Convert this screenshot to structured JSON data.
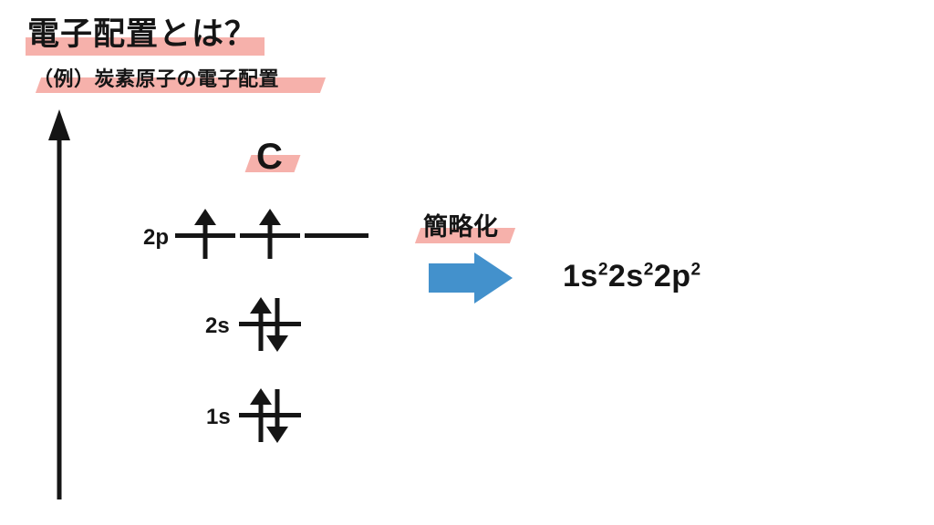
{
  "slide": {
    "background_color": "#ffffff",
    "highlight_color": "#f6b1ab",
    "text_color": "#151515",
    "accent_color": "#4391cc"
  },
  "title": {
    "text": "電子配置とは？",
    "highlight": "pink-marker"
  },
  "subtitle": {
    "text": "（例）炭素原子の電子配置",
    "highlight": "pink-marker-slanted"
  },
  "axis": {
    "name": "energy-axis",
    "direction": "up",
    "label": ""
  },
  "element": {
    "symbol": "C",
    "highlight": "pink-marker-slanted"
  },
  "orbitals": [
    {
      "label": "2p",
      "boxes": 3,
      "electrons": [
        "up",
        "up",
        "none"
      ]
    },
    {
      "label": "2s",
      "boxes": 1,
      "electrons": [
        "updown"
      ]
    },
    {
      "label": "1s",
      "boxes": 1,
      "electrons": [
        "updown"
      ]
    }
  ],
  "annotation": {
    "label": "簡略化",
    "arrow_icon": "right-block-arrow",
    "arrow_color": "#4391cc"
  },
  "formula": {
    "parts": [
      {
        "base": "1s",
        "sup": "2"
      },
      {
        "base": "2s",
        "sup": "2"
      },
      {
        "base": "2p",
        "sup": "2"
      }
    ],
    "plain": "1s²2s²2p²"
  }
}
